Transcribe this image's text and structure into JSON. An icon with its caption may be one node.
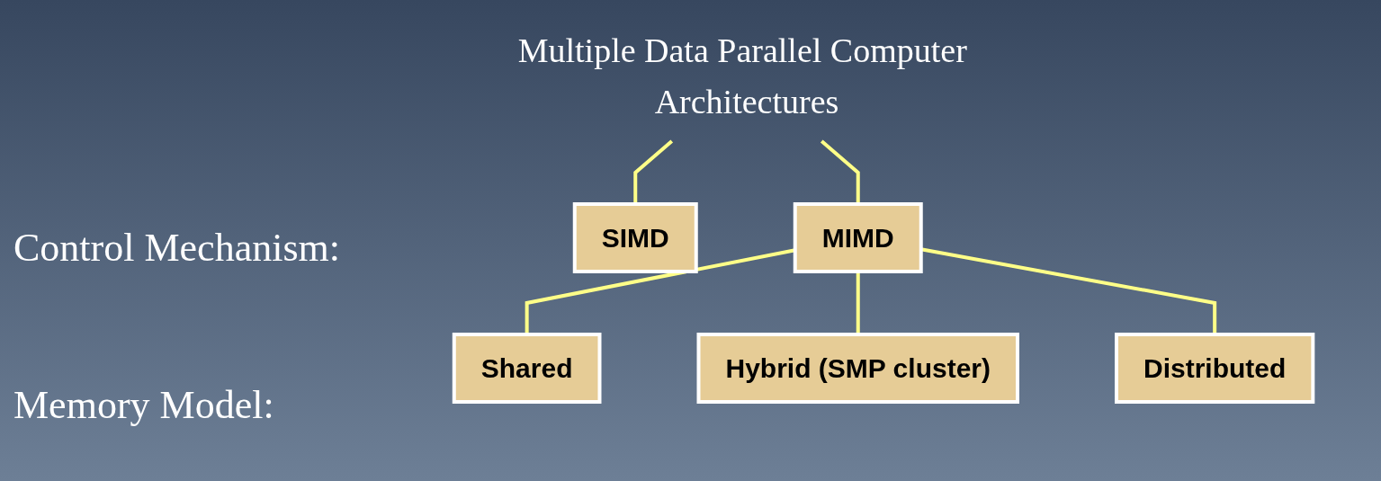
{
  "diagram": {
    "nodes": [
      {
        "text": [
          "Multiple Data Parallel Computer Architectures"
        ]
      },
      {
        "text": [
          "SIMD"
        ]
      },
      {
        "text": [
          "MIMD"
        ]
      },
      {
        "text": [
          "Shared"
        ]
      },
      {
        "text": [
          "Hybrid (SMP cluster)"
        ]
      },
      {
        "text": [
          "Distributed"
        ]
      }
    ],
    "edges": [
      {
        "from": 0,
        "to": 1,
        "arrow": "none"
      },
      {
        "from": 0,
        "to": 2,
        "arrow": "none"
      },
      {
        "from": 2,
        "to": 3,
        "arrow": "none"
      },
      {
        "from": 2,
        "to": 4,
        "arrow": "none"
      },
      {
        "from": 2,
        "to": 5,
        "arrow": "none"
      }
    ],
    "labels": [
      "Control Mechanism:",
      "Memory Model:"
    ]
  }
}
